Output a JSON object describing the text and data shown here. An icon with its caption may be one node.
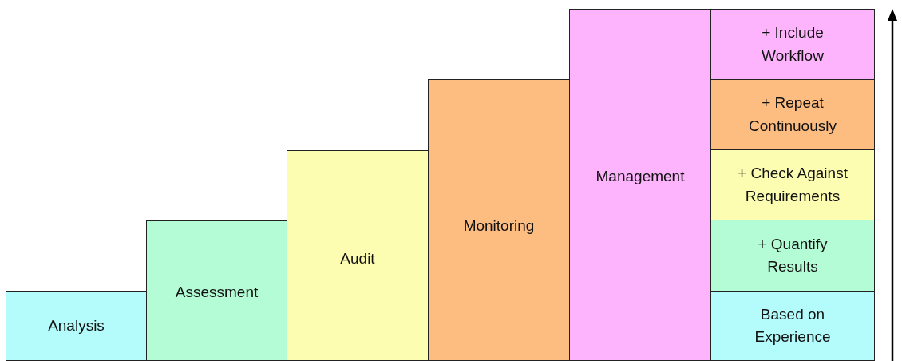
{
  "diagram": {
    "nodes": [
      {
        "text": [
          "Analysis"
        ]
      },
      {
        "text": [
          "Assessment"
        ]
      },
      {
        "text": [
          "Audit"
        ]
      },
      {
        "text": [
          "Monitoring"
        ]
      },
      {
        "text": [
          "Management"
        ]
      },
      {
        "text": [
          "+ Include Workflow"
        ]
      },
      {
        "text": [
          "+ Repeat Continuously"
        ]
      },
      {
        "text": [
          "+ Check Against Requirements"
        ]
      },
      {
        "text": [
          "+ Quantify Results"
        ]
      },
      {
        "text": [
          "Based on Experience"
        ]
      }
    ]
  }
}
